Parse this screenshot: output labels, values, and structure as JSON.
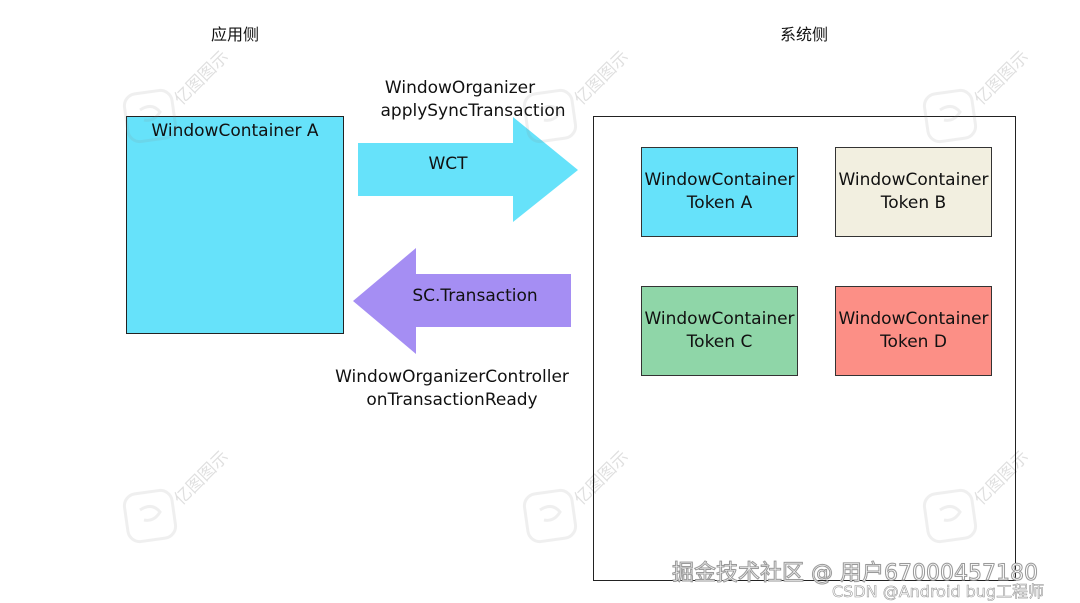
{
  "app_side": {
    "title": "应用侧"
  },
  "system_side": {
    "title": "系统侧"
  },
  "container_a": {
    "label": "WindowContainer A",
    "color": "#66e2fa"
  },
  "arrow_right": {
    "caption_line1": "WindowOrganizer",
    "caption_line2": "applySyncTransaction",
    "label": "WCT",
    "color": "#66e2fa"
  },
  "arrow_left": {
    "label": "SC.Transaction",
    "caption_line1": "WindowOrganizerController",
    "caption_line2": "onTransactionReady",
    "color": "#a58ef3"
  },
  "tokens": [
    {
      "line1": "WindowContainer",
      "line2": "Token A",
      "color": "#66e2fa"
    },
    {
      "line1": "WindowContainer",
      "line2": "Token B",
      "color": "#f2efe0"
    },
    {
      "line1": "WindowContainer",
      "line2": "Token C",
      "color": "#8fd6a8"
    },
    {
      "line1": "WindowContainer",
      "line2": "Token D",
      "color": "#fc8f86"
    }
  ],
  "watermark": {
    "text": "亿图图示",
    "icon": "edraw-logo-icon"
  },
  "footer": {
    "line1": "掘金技术社区 @ 用户67000457180",
    "line2": "CSDN @Android bug工程师"
  }
}
